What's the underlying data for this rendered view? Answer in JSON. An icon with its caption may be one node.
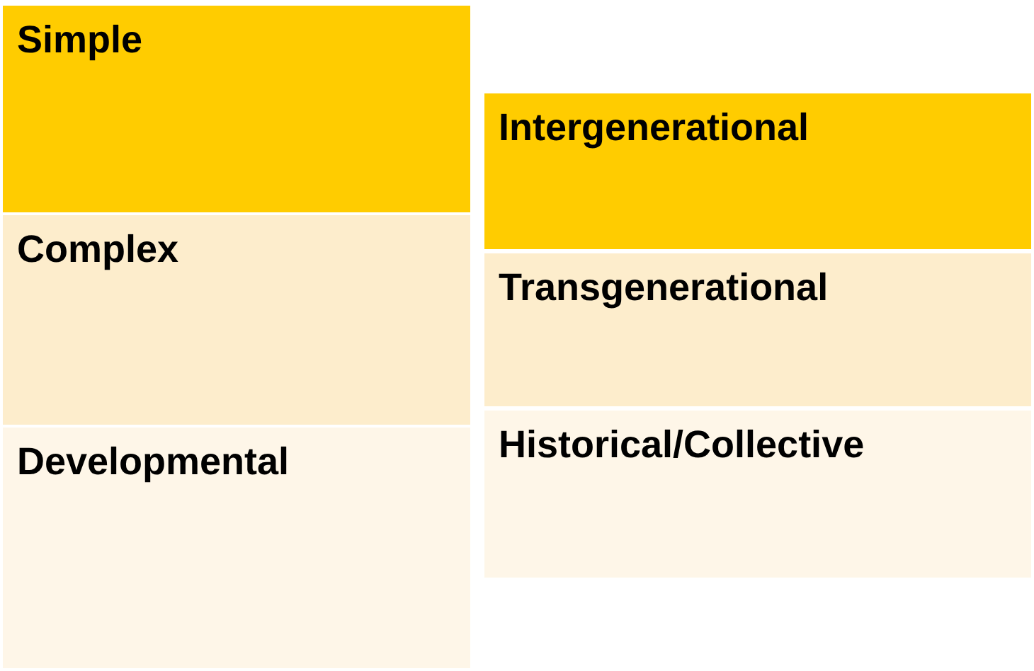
{
  "diagram": {
    "nodes": [
      {
        "text": [
          "Simple"
        ]
      },
      {
        "text": [
          "Complex"
        ]
      },
      {
        "text": [
          "Developmental"
        ]
      },
      {
        "text": [
          "Intergenerational"
        ]
      },
      {
        "text": [
          "Transgenerational"
        ]
      },
      {
        "text": [
          "Historical/Collective"
        ]
      }
    ]
  }
}
